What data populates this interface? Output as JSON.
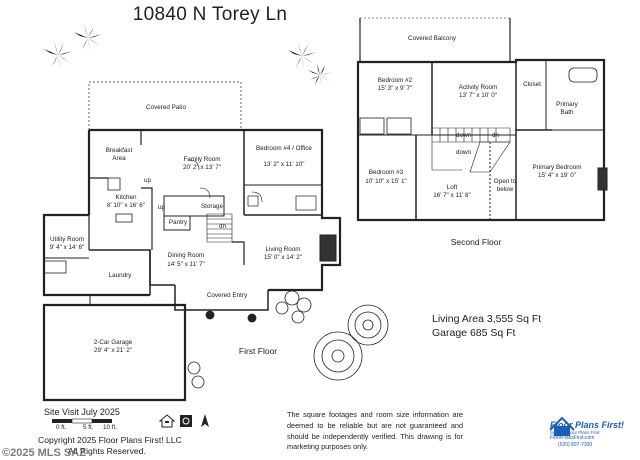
{
  "address": "10840 N Torey Ln",
  "floors": {
    "first": {
      "label": "First Floor",
      "rooms": [
        {
          "id": "covered-patio",
          "name": "Covered Patio",
          "dims": ""
        },
        {
          "id": "breakfast",
          "name": "Breakfast Area",
          "dims": ""
        },
        {
          "id": "family",
          "name": "Family Room",
          "dims": "20' 2\" x 13' 7\""
        },
        {
          "id": "bedroom4",
          "name": "Bedroom #4 / Office",
          "dims": "13' 2\" x 11' 10\""
        },
        {
          "id": "kitchen",
          "name": "Kitchen",
          "dims": "8' 10\" x 16' 6\""
        },
        {
          "id": "pantry",
          "name": "Pantry",
          "dims": ""
        },
        {
          "id": "storage",
          "name": "Storage",
          "dims": ""
        },
        {
          "id": "utility",
          "name": "Utility Room",
          "dims": "9' 4\" x 14' 6\""
        },
        {
          "id": "laundry",
          "name": "Laundry",
          "dims": ""
        },
        {
          "id": "dining",
          "name": "Dining Room",
          "dims": "14' 5\" x 11' 7\""
        },
        {
          "id": "living",
          "name": "Living Room",
          "dims": "15' 0\" x 14' 2\""
        },
        {
          "id": "entry",
          "name": "Covered Entry",
          "dims": ""
        },
        {
          "id": "garage",
          "name": "2-Car Garage",
          "dims": "29' 4\" x 21' 2\""
        }
      ],
      "marks": {
        "up": "up",
        "dn": "dn"
      }
    },
    "second": {
      "label": "Second Floor",
      "rooms": [
        {
          "id": "balcony",
          "name": "Covered Balcony",
          "dims": ""
        },
        {
          "id": "bedroom2",
          "name": "Bedroom #2",
          "dims": "15' 3\" x 9' 7\""
        },
        {
          "id": "activity",
          "name": "Activity Room",
          "dims": "13' 7\" x 10' 0\""
        },
        {
          "id": "closet",
          "name": "Closet",
          "dims": ""
        },
        {
          "id": "pbath",
          "name": "Primary Bath",
          "dims": ""
        },
        {
          "id": "bedroom3",
          "name": "Bedroom #3",
          "dims": "10' 10\" x 15' 1\""
        },
        {
          "id": "loft",
          "name": "Loft",
          "dims": "16' 7\" x 11' 8\""
        },
        {
          "id": "open",
          "name": "Open to below",
          "dims": ""
        },
        {
          "id": "pbed",
          "name": "Primary Bedroom",
          "dims": "15' 4\" x 19' 0\""
        }
      ],
      "marks": {
        "down": "down",
        "dn": "dn"
      }
    }
  },
  "area": {
    "living": "Living Area 3,555 Sq Ft",
    "garage": "Garage 685 Sq Ft"
  },
  "site_visit": "Site Visit July 2025",
  "scale": {
    "labels": [
      "0 ft.",
      "5 ft.",
      "10 ft."
    ]
  },
  "copyright": [
    "Copyright 2025 Floor Plans First! LLC",
    "All Rights Reserved."
  ],
  "watermark": "©2025 MLS SAZ",
  "disclaimer": "The square footages and room size information are deemed to be reliable but are not guaranteed and should be independently verified. This drawing is for marketing purposes only.",
  "brand": {
    "name": "Floor Plans First!",
    "tag": "See the Floor Plans First",
    "url": "FloorPlansFirst.com",
    "phone": "(520) 897-7300",
    "colors": {
      "blue": "#1b5fb5",
      "red": "#d22222"
    }
  },
  "icons": [
    "palm-tree-icon",
    "shrub-icon",
    "equal-housing-icon",
    "accessibility-icon",
    "north-arrow-icon"
  ]
}
